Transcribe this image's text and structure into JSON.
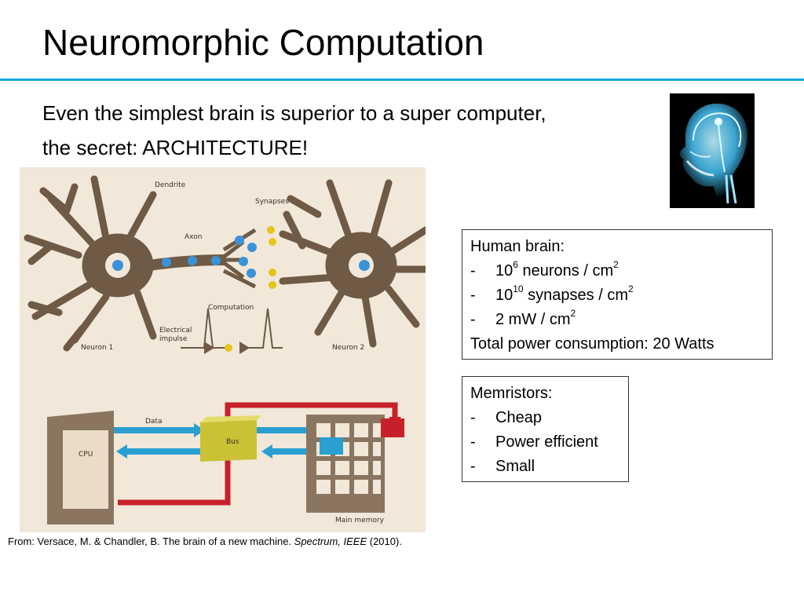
{
  "slide": {
    "title": "Neuromorphic Computation",
    "intro_line1": "Even the simplest brain is superior to a super computer,",
    "intro_line2": "the secret: ARCHITECTURE!"
  },
  "figure": {
    "neuron_labels": {
      "dendrite": "Dendrite",
      "synapses": "Synapses",
      "axon": "Axon",
      "computation": "Computation",
      "electrical": "Electrical",
      "impulse": "impulse",
      "neuron1": "Neuron 1",
      "neuron2": "Neuron 2"
    },
    "computer_labels": {
      "data": "Data",
      "cpu": "CPU",
      "bus": "Bus",
      "main_memory": "Main memory"
    }
  },
  "human_brain_box": {
    "heading": "Human brain:",
    "dash": "-",
    "item1_base": "10",
    "item1_exp": "6",
    "item1_text": " neurons / cm",
    "item1_unit_exp": "2",
    "item2_base": "10",
    "item2_exp": "10",
    "item2_text": " synapses / cm",
    "item2_unit_exp": "2",
    "item3_text": "2 mW / cm",
    "item3_unit_exp": "2",
    "footer": "Total power consumption: 20 Watts"
  },
  "memristors_box": {
    "heading": "Memristors:",
    "dash": "-",
    "items": [
      "Cheap",
      "Power efficient",
      "Small"
    ]
  },
  "caption": {
    "prefix": "From: Versace, M. & Chandler, B. The brain of a new machine. ",
    "journal": "Spectrum, IEEE",
    "suffix": " (2010)."
  },
  "colors": {
    "accent_rule": "#1aa7de",
    "neuron": "#6f5a45",
    "data_arrow": "#2a9fd0",
    "return_line": "#c8202a",
    "bus": "#c8c234"
  }
}
